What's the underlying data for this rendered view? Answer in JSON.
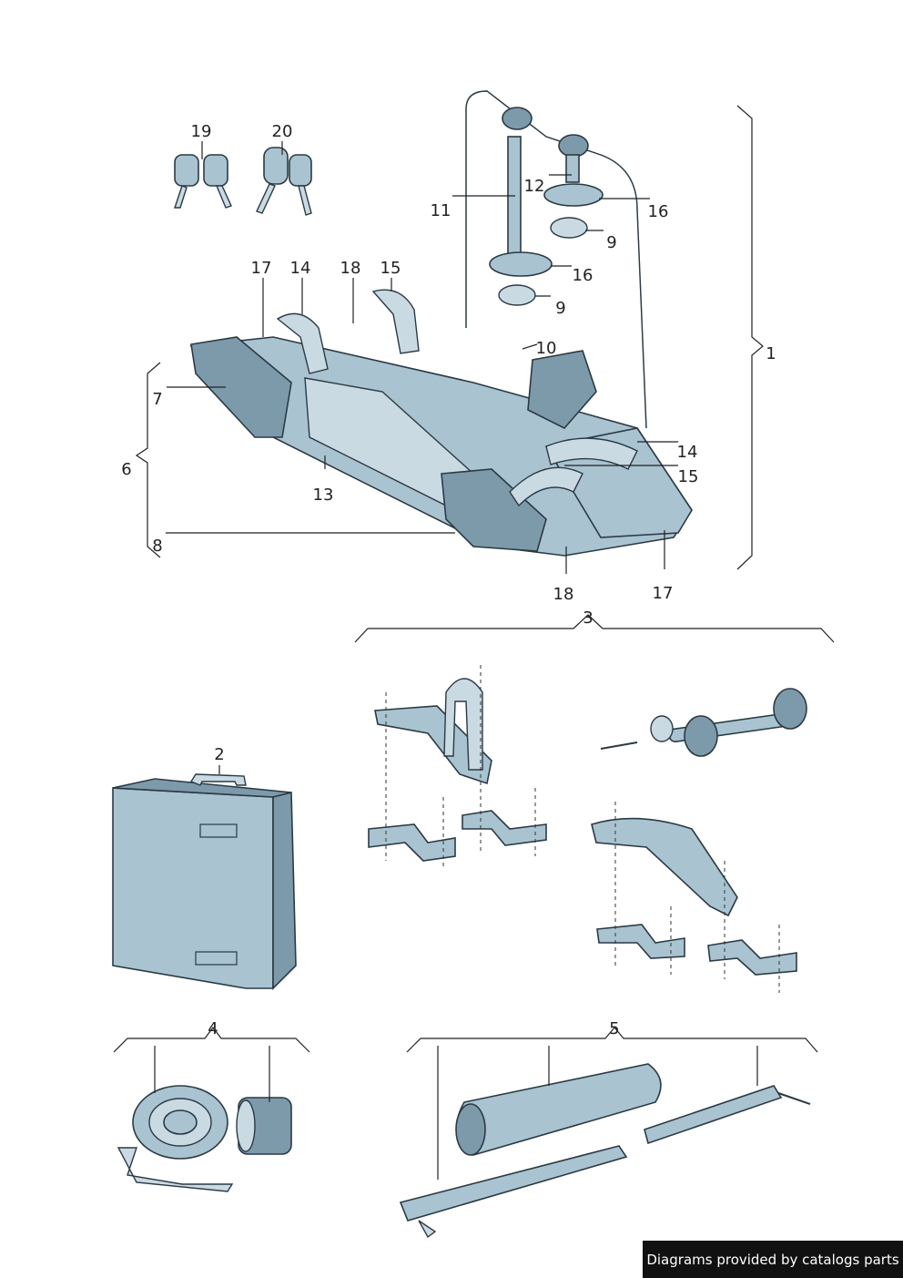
{
  "callouts": [
    {
      "id": "c1",
      "text": "1"
    },
    {
      "id": "c2",
      "text": "2"
    },
    {
      "id": "c3",
      "text": "3"
    },
    {
      "id": "c4",
      "text": "4"
    },
    {
      "id": "c5",
      "text": "5"
    },
    {
      "id": "c6",
      "text": "6"
    },
    {
      "id": "c7",
      "text": "7"
    },
    {
      "id": "c8",
      "text": "8"
    },
    {
      "id": "c9a",
      "text": "9"
    },
    {
      "id": "c9b",
      "text": "9"
    },
    {
      "id": "c10",
      "text": "10"
    },
    {
      "id": "c11",
      "text": "11"
    },
    {
      "id": "c12",
      "text": "12"
    },
    {
      "id": "c13",
      "text": "13"
    },
    {
      "id": "c14a",
      "text": "14"
    },
    {
      "id": "c14b",
      "text": "14"
    },
    {
      "id": "c15a",
      "text": "15"
    },
    {
      "id": "c15b",
      "text": "15"
    },
    {
      "id": "c16a",
      "text": "16"
    },
    {
      "id": "c16b",
      "text": "16"
    },
    {
      "id": "c17a",
      "text": "17"
    },
    {
      "id": "c17b",
      "text": "17"
    },
    {
      "id": "c18a",
      "text": "18"
    },
    {
      "id": "c18b",
      "text": "18"
    },
    {
      "id": "c19",
      "text": "19"
    },
    {
      "id": "c20",
      "text": "20"
    }
  ],
  "credit": "Diagrams provided by catalogs parts",
  "colors": {
    "part_fill": "#a9c3d1",
    "part_stroke": "#2b3a44",
    "credit_bg": "#111111"
  }
}
